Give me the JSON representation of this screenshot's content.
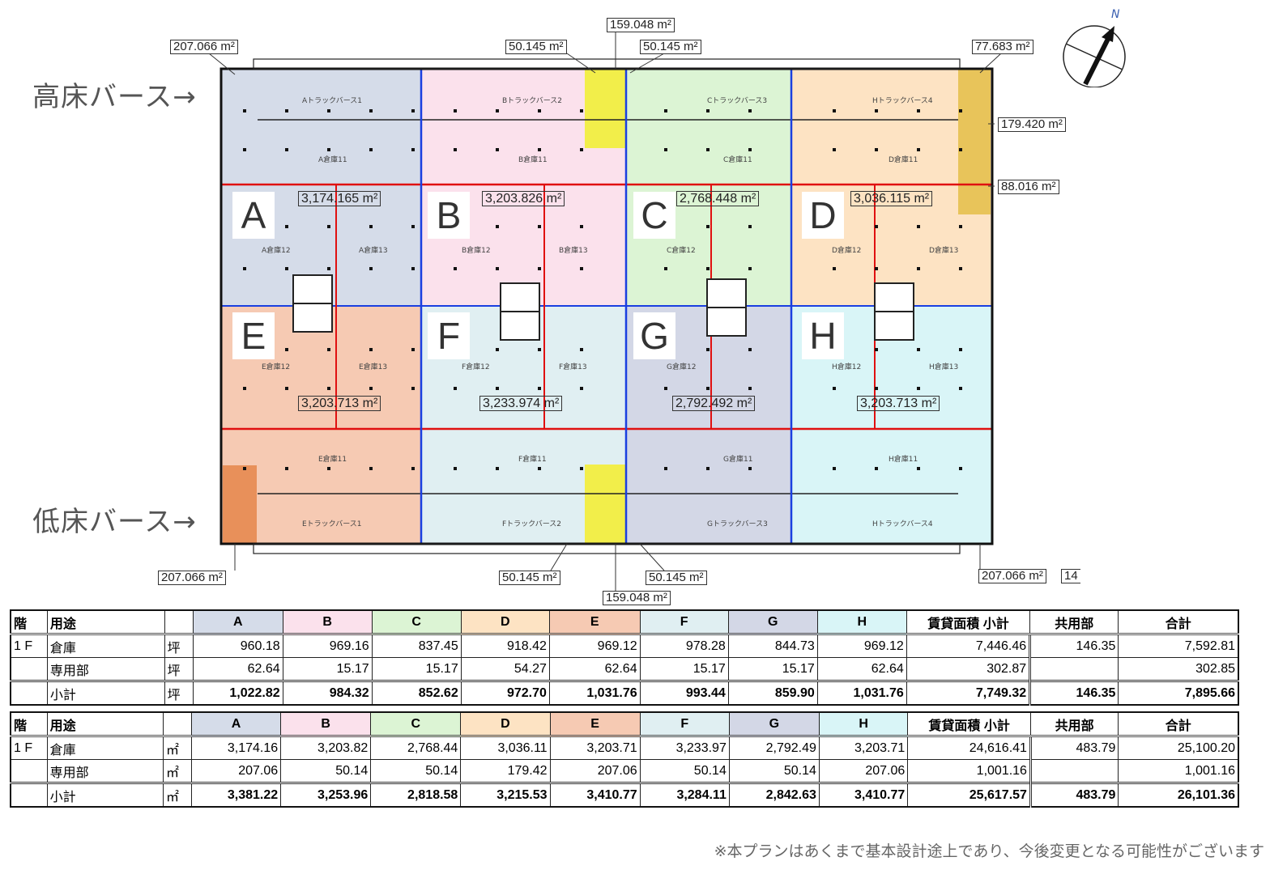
{
  "side_labels": {
    "high": "高床バース→",
    "low": "低床バース→"
  },
  "compass": {
    "north": "N"
  },
  "zones": [
    {
      "id": "A",
      "color": "#d5dce9",
      "area": "3,174.165 m²",
      "room1": "A倉庫11",
      "room2": "A倉庫12",
      "room3": "A倉庫13",
      "berth": "Aトラックバース1"
    },
    {
      "id": "B",
      "color": "#fbe1ec",
      "area": "3,203.826 m²",
      "room1": "B倉庫11",
      "room2": "B倉庫12",
      "room3": "B倉庫13",
      "berth": "Bトラックバース2"
    },
    {
      "id": "C",
      "color": "#dcf4d4",
      "area": "2,768.448 m²",
      "room1": "C倉庫11",
      "room2": "C倉庫12",
      "room3": "",
      "berth": "Cトラックバース3"
    },
    {
      "id": "D",
      "color": "#fde3c3",
      "area": "3,036.115 m²",
      "room1": "D倉庫11",
      "room2": "D倉庫12",
      "room3": "D倉庫13",
      "berth": "Hトラックバース4"
    },
    {
      "id": "E",
      "color": "#f6cab3",
      "area": "3,203.713 m²",
      "room1": "E倉庫11",
      "room2": "E倉庫12",
      "room3": "E倉庫13",
      "berth": "Eトラックバース1"
    },
    {
      "id": "F",
      "color": "#e0eff2",
      "area": "3,233.974 m²",
      "room1": "F倉庫11",
      "room2": "F倉庫12",
      "room3": "F倉庫13",
      "berth": "Fトラックバース2"
    },
    {
      "id": "G",
      "color": "#d3d7e6",
      "area": "2,792.492 m²",
      "room1": "G倉庫11",
      "room2": "G倉庫12",
      "room3": "",
      "berth": "Gトラックバース3"
    },
    {
      "id": "H",
      "color": "#d9f5f7",
      "area": "3,203.713 m²",
      "room1": "H倉庫11",
      "room2": "H倉庫12",
      "room3": "H倉庫13",
      "berth": "Hトラックバース4"
    }
  ],
  "dimensions": {
    "top_left": "207.066 m²",
    "top_b": "50.145 m²",
    "top_center": "159.048 m²",
    "top_c": "50.145 m²",
    "top_right": "77.683 m²",
    "right_1": "179.420 m²",
    "right_2": "88.016 m²",
    "bottom_left": "207.066 m²",
    "bottom_f": "50.145 m²",
    "bottom_g": "50.145 m²",
    "bottom_center": "159.048 m²",
    "bottom_right": "207.066 m²",
    "bottom_right_cut": "14"
  },
  "tables": [
    {
      "headers": [
        "階",
        "用途",
        "",
        "A",
        "B",
        "C",
        "D",
        "E",
        "F",
        "G",
        "H",
        "賃貸面積 小計",
        "共用部",
        "合計"
      ],
      "rows": [
        [
          "1 F",
          "倉庫",
          "坪",
          "960.18",
          "969.16",
          "837.45",
          "918.42",
          "969.12",
          "978.28",
          "844.73",
          "969.12",
          "7,446.46",
          "146.35",
          "7,592.81"
        ],
        [
          "",
          "専用部",
          "坪",
          "62.64",
          "15.17",
          "15.17",
          "54.27",
          "62.64",
          "15.17",
          "15.17",
          "62.64",
          "302.87",
          "",
          "302.85"
        ],
        [
          "",
          "小計",
          "坪",
          "1,022.82",
          "984.32",
          "852.62",
          "972.70",
          "1,031.76",
          "993.44",
          "859.90",
          "1,031.76",
          "7,749.32",
          "146.35",
          "7,895.66"
        ]
      ]
    },
    {
      "headers": [
        "階",
        "用途",
        "",
        "A",
        "B",
        "C",
        "D",
        "E",
        "F",
        "G",
        "H",
        "賃貸面積 小計",
        "共用部",
        "合計"
      ],
      "rows": [
        [
          "1 F",
          "倉庫",
          "㎡",
          "3,174.16",
          "3,203.82",
          "2,768.44",
          "3,036.11",
          "3,203.71",
          "3,233.97",
          "2,792.49",
          "3,203.71",
          "24,616.41",
          "483.79",
          "25,100.20"
        ],
        [
          "",
          "専用部",
          "㎡",
          "207.06",
          "50.14",
          "50.14",
          "179.42",
          "207.06",
          "50.14",
          "50.14",
          "207.06",
          "1,001.16",
          "",
          "1,001.16"
        ],
        [
          "",
          "小計",
          "㎡",
          "3,381.22",
          "3,253.96",
          "2,818.58",
          "3,215.53",
          "3,410.77",
          "3,284.11",
          "2,842.63",
          "3,410.77",
          "25,617.57",
          "483.79",
          "26,101.36"
        ]
      ]
    }
  ],
  "header_colors": [
    "#d5dce9",
    "#fbe1ec",
    "#dcf4d4",
    "#fde3c3",
    "#f6cab3",
    "#e0eff2",
    "#d3d7e6",
    "#d9f5f7"
  ],
  "note": "※本プランはあくまで基本設計途上であり、今後変更となる可能性がございます"
}
